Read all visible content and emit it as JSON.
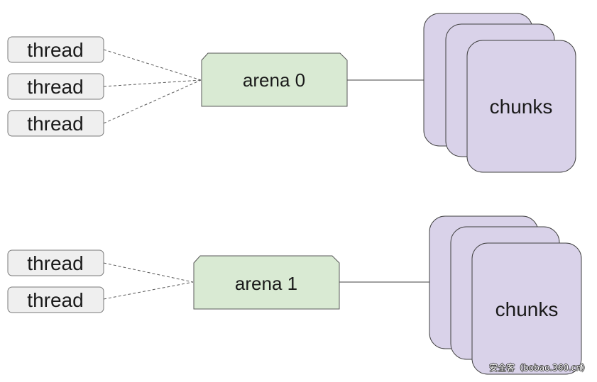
{
  "groups": [
    {
      "threads": [
        "thread",
        "thread",
        "thread"
      ],
      "arena": "arena 0",
      "chunks": "chunks"
    },
    {
      "threads": [
        "thread",
        "thread"
      ],
      "arena": "arena 1",
      "chunks": "chunks"
    }
  ],
  "watermark": "安全客（bobao.360.cn）",
  "colors": {
    "thread_fill": "#efefef",
    "arena_fill": "#d9ead3",
    "chunk_fill": "#d9d2e9"
  }
}
